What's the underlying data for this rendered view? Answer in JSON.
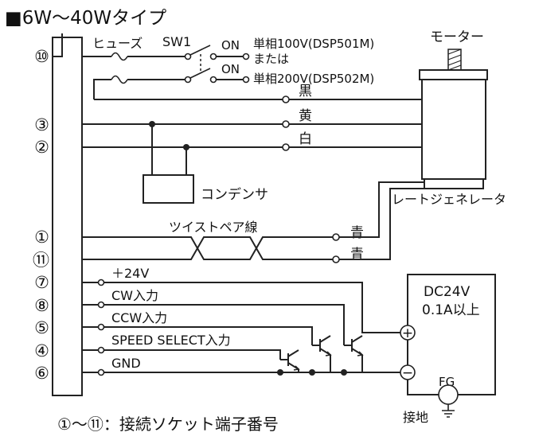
{
  "title": "■6W〜40Wタイプ",
  "footer_note": "①〜⑪：接続ソケット端子番号",
  "terminals": [
    "⑩",
    "③",
    "②",
    "①",
    "⑪",
    "⑦",
    "⑧",
    "⑤",
    "④",
    "⑥"
  ],
  "labels": {
    "fuse": "ヒューズ",
    "switch": "SW1",
    "on_upper": "ON",
    "on_lower": "ON",
    "power_1": "単相100V(DSP501M)",
    "or_text": "または",
    "power_2": "単相200V(DSP502M)",
    "black": "黒",
    "yellow": "黄",
    "white": "白",
    "capacitor": "コンデンサ",
    "motor": "モーター",
    "tacho": "レートジェネレータ",
    "twisted_pair": "ツイストペア線",
    "blue_1": "青",
    "blue_2": "青",
    "v24": "＋24V",
    "cw": "CW入力",
    "ccw": "CCW入力",
    "speed_select": "SPEED SELECT入力",
    "gnd": "GND",
    "dc_supply": "DC24V",
    "dc_current": "0.1A以上",
    "plus": "+",
    "minus": "−",
    "fg": "FG",
    "earth": "接地"
  }
}
